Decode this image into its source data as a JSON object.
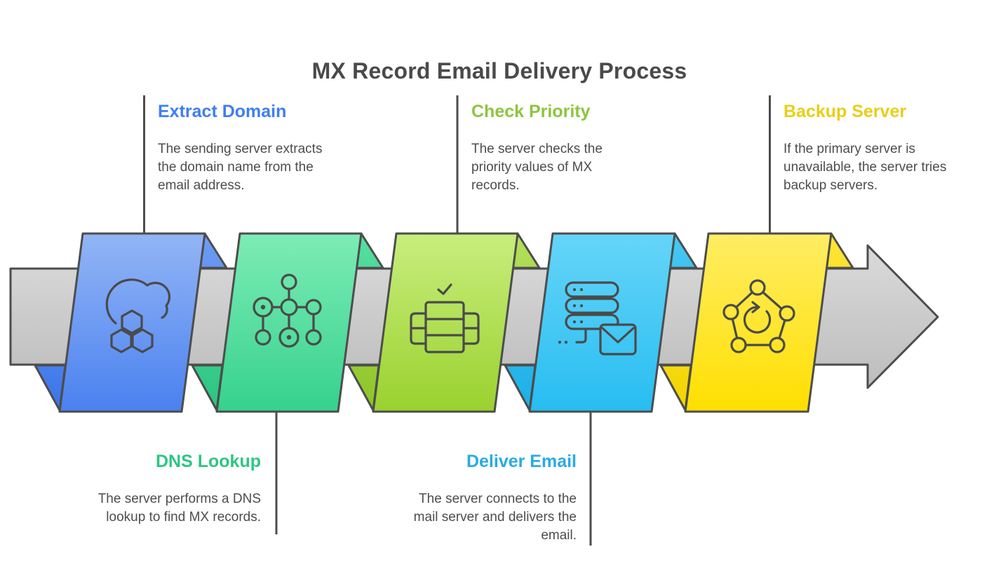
{
  "title": "MX Record Email Delivery Process",
  "colors": {
    "title_text": "#4A4A4A",
    "body_text": "#4D4D4D",
    "outline": "#4D4D4D",
    "arrow_fill_top": "#DADADA",
    "arrow_fill_bottom": "#BFBFBF"
  },
  "steps": [
    {
      "name": "Extract Domain",
      "description": "The sending server extracts\nthe domain name from the\nemail address.",
      "heading_color": "#3E7EF5",
      "ribbon_top": "#93B5F5",
      "ribbon_bottom": "#4A81F0",
      "icon": "cloud-hexagons-icon",
      "label_position": "top"
    },
    {
      "name": "DNS Lookup",
      "description": "The server performs a DNS\nlookup to find MX records.",
      "heading_color": "#2EC584",
      "ribbon_top": "#7DECB5",
      "ribbon_bottom": "#36D18D",
      "icon": "network-nodes-icon",
      "label_position": "bottom"
    },
    {
      "name": "Check Priority",
      "description": "The server checks the\npriority values of MX\nrecords.",
      "heading_color": "#8CC63F",
      "ribbon_top": "#C8EE7E",
      "ribbon_bottom": "#9AD12E",
      "icon": "server-checklist-icon",
      "label_position": "top"
    },
    {
      "name": "Deliver Email",
      "description": "The server connects to the\nmail server and delivers the\nemail.",
      "heading_color": "#29ABE2",
      "ribbon_top": "#66D5F8",
      "ribbon_bottom": "#27BDF1",
      "icon": "server-envelope-icon",
      "label_position": "bottom"
    },
    {
      "name": "Backup Server",
      "description": "If the primary server is\nunavailable, the server tries\nbackup servers.",
      "heading_color": "#E9CE17",
      "ribbon_top": "#FFED64",
      "ribbon_bottom": "#FFDF00",
      "icon": "pentagon-refresh-icon",
      "label_position": "top"
    }
  ]
}
